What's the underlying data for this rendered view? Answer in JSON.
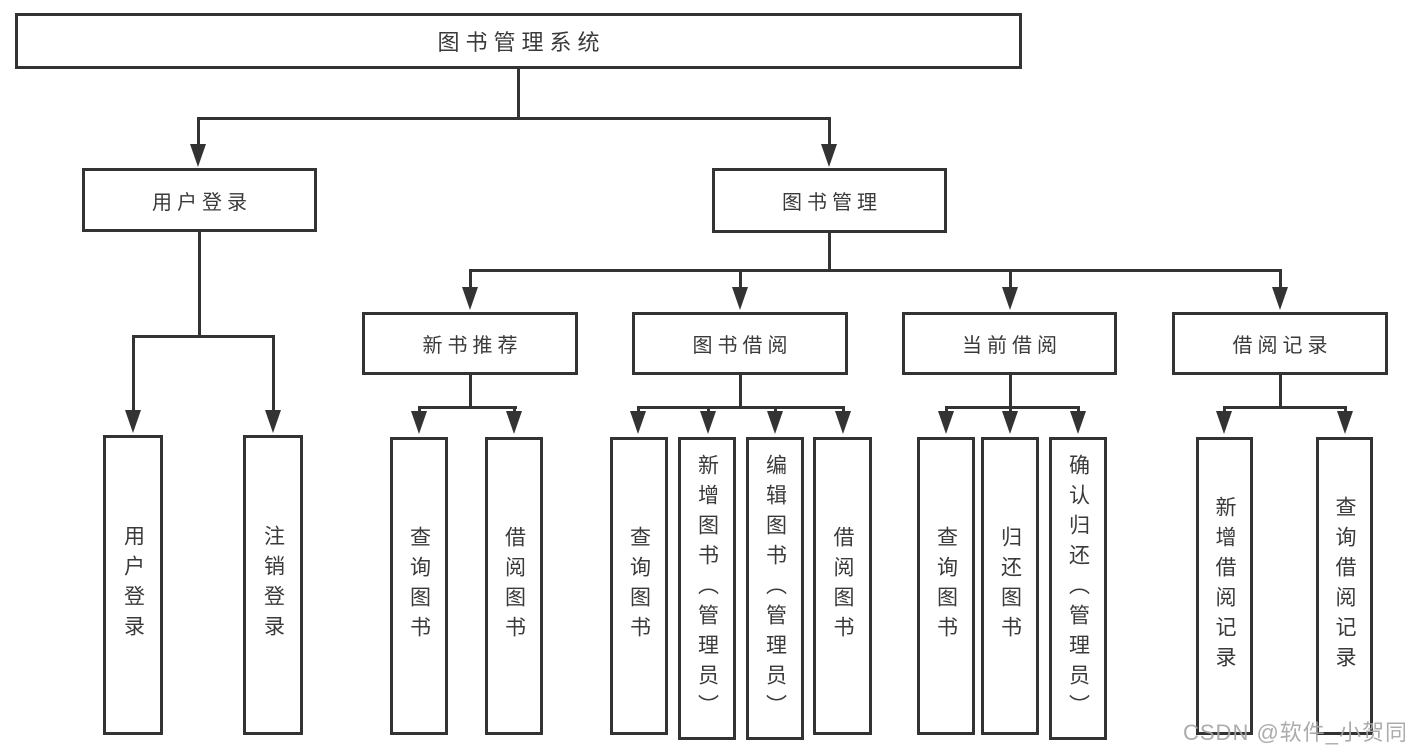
{
  "tree": {
    "root": "图书管理系统",
    "user": {
      "label": "用户登录",
      "children": [
        "用户登录",
        "注销登录"
      ]
    },
    "mgmt": {
      "label": "图书管理",
      "sections": [
        {
          "label": "新书推荐",
          "children": [
            "查询图书",
            "借阅图书"
          ]
        },
        {
          "label": "图书借阅",
          "children": [
            "查询图书",
            "新增图书（管理员）",
            "编辑图书（管理员）",
            "借阅图书"
          ]
        },
        {
          "label": "当前借阅",
          "children": [
            "查询图书",
            "归还图书",
            "确认归还（管理员）"
          ]
        },
        {
          "label": "借阅记录",
          "children": [
            "新增借阅记录",
            "查询借阅记录"
          ]
        }
      ]
    }
  },
  "watermark": "CSDN @软件_小贺同学",
  "colors": {
    "line": "#333333",
    "text": "#3a3a3a",
    "background": "#ffffff",
    "watermark": "#a6a6a6"
  }
}
